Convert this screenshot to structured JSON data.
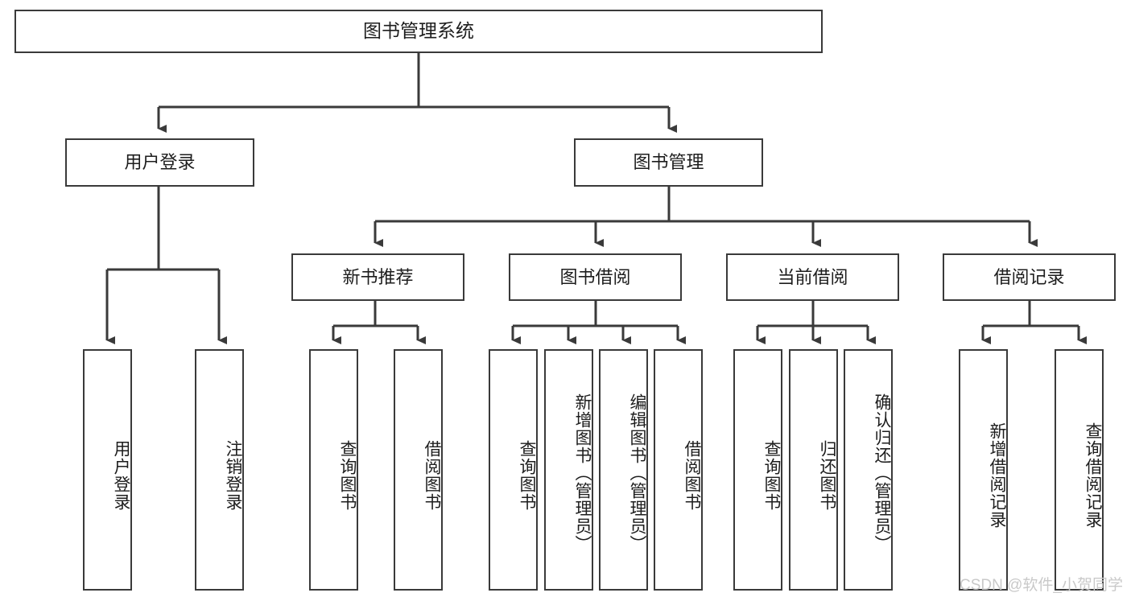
{
  "diagram": {
    "type": "tree-hierarchy",
    "title": "图书管理系统",
    "watermark": "CSDN @软件_小贺同学",
    "colors": {
      "box_border": "#3a3a3a",
      "box_fill": "#ffffff",
      "connector": "#3a3a3a",
      "text": "#1d1d1d",
      "watermark": "#c9c9c9"
    },
    "levels": [
      {
        "level": 1,
        "nodes": [
          {
            "id": "root",
            "label": "图书管理系统"
          }
        ]
      },
      {
        "level": 2,
        "nodes": [
          {
            "id": "login",
            "label": "用户登录",
            "parent": "root"
          },
          {
            "id": "bookmgmt",
            "label": "图书管理",
            "parent": "root"
          }
        ]
      },
      {
        "level": 3,
        "nodes": [
          {
            "id": "newbook",
            "label": "新书推荐",
            "parent": "bookmgmt"
          },
          {
            "id": "borrow",
            "label": "图书借阅",
            "parent": "bookmgmt"
          },
          {
            "id": "current",
            "label": "当前借阅",
            "parent": "bookmgmt"
          },
          {
            "id": "records",
            "label": "借阅记录",
            "parent": "bookmgmt"
          }
        ]
      },
      {
        "level": 4,
        "nodes": [
          {
            "id": "leaf1",
            "label": "用户登录",
            "parent": "login"
          },
          {
            "id": "leaf2",
            "label": "注销登录",
            "parent": "login"
          },
          {
            "id": "leaf3",
            "label": "查询图书",
            "parent": "newbook"
          },
          {
            "id": "leaf4",
            "label": "借阅图书",
            "parent": "newbook"
          },
          {
            "id": "leaf5",
            "label": "查询图书",
            "parent": "borrow"
          },
          {
            "id": "leaf6",
            "label": "新增图书（管理员）",
            "parent": "borrow"
          },
          {
            "id": "leaf7",
            "label": "编辑图书（管理员）",
            "parent": "borrow"
          },
          {
            "id": "leaf8",
            "label": "借阅图书",
            "parent": "borrow"
          },
          {
            "id": "leaf9",
            "label": "查询图书",
            "parent": "current"
          },
          {
            "id": "leaf10",
            "label": "归还图书",
            "parent": "current"
          },
          {
            "id": "leaf11",
            "label": "确认归还（管理员）",
            "parent": "current"
          },
          {
            "id": "leaf12",
            "label": "新增借阅记录",
            "parent": "records"
          },
          {
            "id": "leaf13",
            "label": "查询借阅记录",
            "parent": "records"
          }
        ]
      }
    ]
  }
}
